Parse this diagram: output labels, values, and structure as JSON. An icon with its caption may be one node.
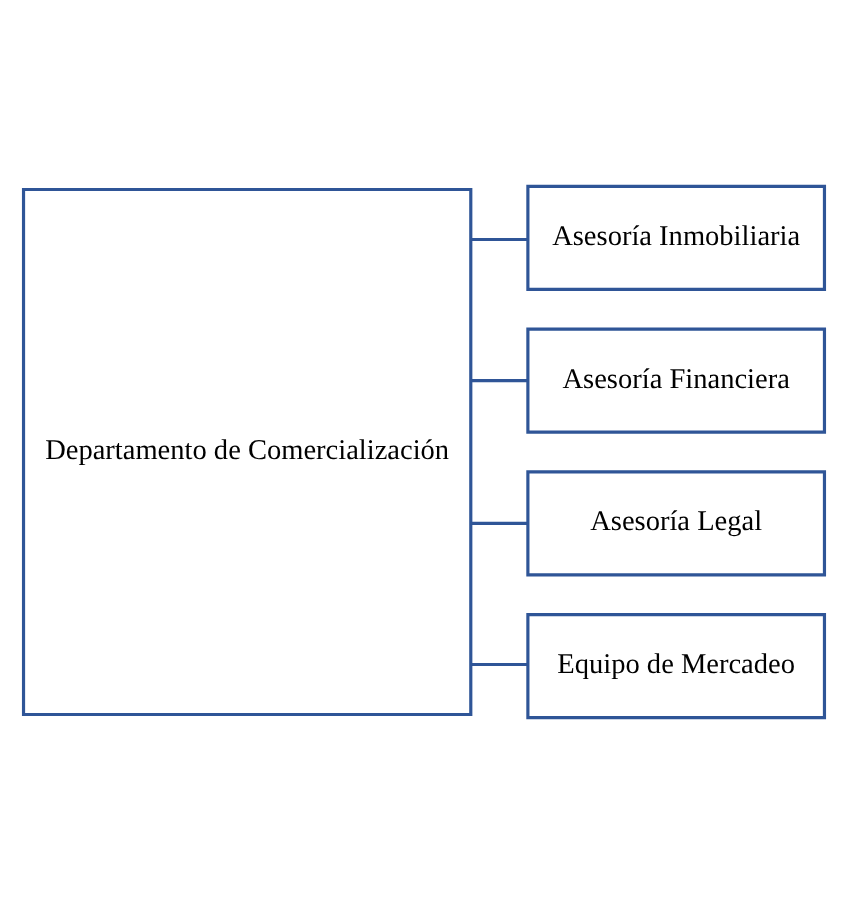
{
  "diagram": {
    "nodes": [
      {
        "text": [
          "Departamento de Comercialización"
        ]
      },
      {
        "text": [
          "Asesoría Inmobiliaria"
        ]
      },
      {
        "text": [
          "Asesoría Financiera"
        ]
      },
      {
        "text": [
          "Asesoría Legal"
        ]
      },
      {
        "text": [
          "Equipo de Mercadeo"
        ]
      }
    ],
    "edges": [
      {
        "from": 0,
        "to": 1,
        "arrow": "none"
      },
      {
        "from": 0,
        "to": 2,
        "arrow": "none"
      },
      {
        "from": 0,
        "to": 3,
        "arrow": "none"
      },
      {
        "from": 0,
        "to": 4,
        "arrow": "none"
      }
    ]
  }
}
